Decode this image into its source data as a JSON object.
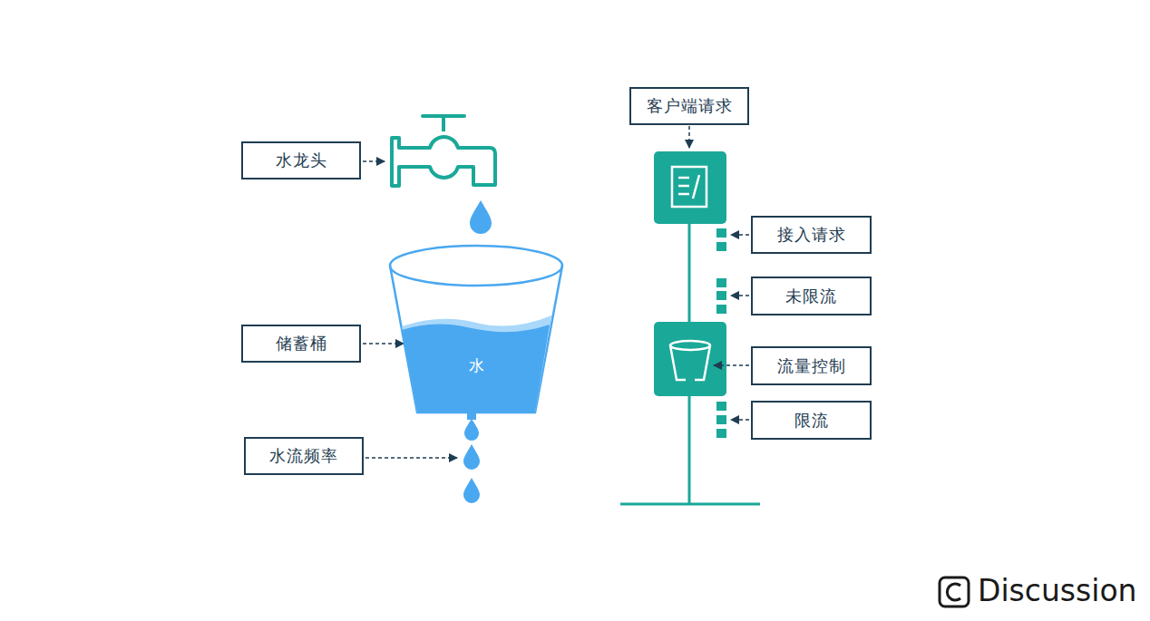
{
  "diagram": {
    "nodes": [
      {
        "text": [
          "水龙头"
        ]
      },
      {
        "text": [
          "储蓄桶"
        ]
      },
      {
        "text": [
          "水"
        ]
      },
      {
        "text": [
          "水流频率"
        ]
      },
      {
        "text": [
          "客户端请求"
        ]
      },
      {
        "text": [
          "接入请求"
        ]
      },
      {
        "text": [
          "未限流"
        ]
      },
      {
        "text": [
          "流量控制"
        ]
      },
      {
        "text": [
          "限流"
        ]
      }
    ],
    "edges": [
      {
        "from": 1,
        "to": 2,
        "arrow": "to"
      }
    ],
    "labels": [
      "Discussion"
    ]
  }
}
